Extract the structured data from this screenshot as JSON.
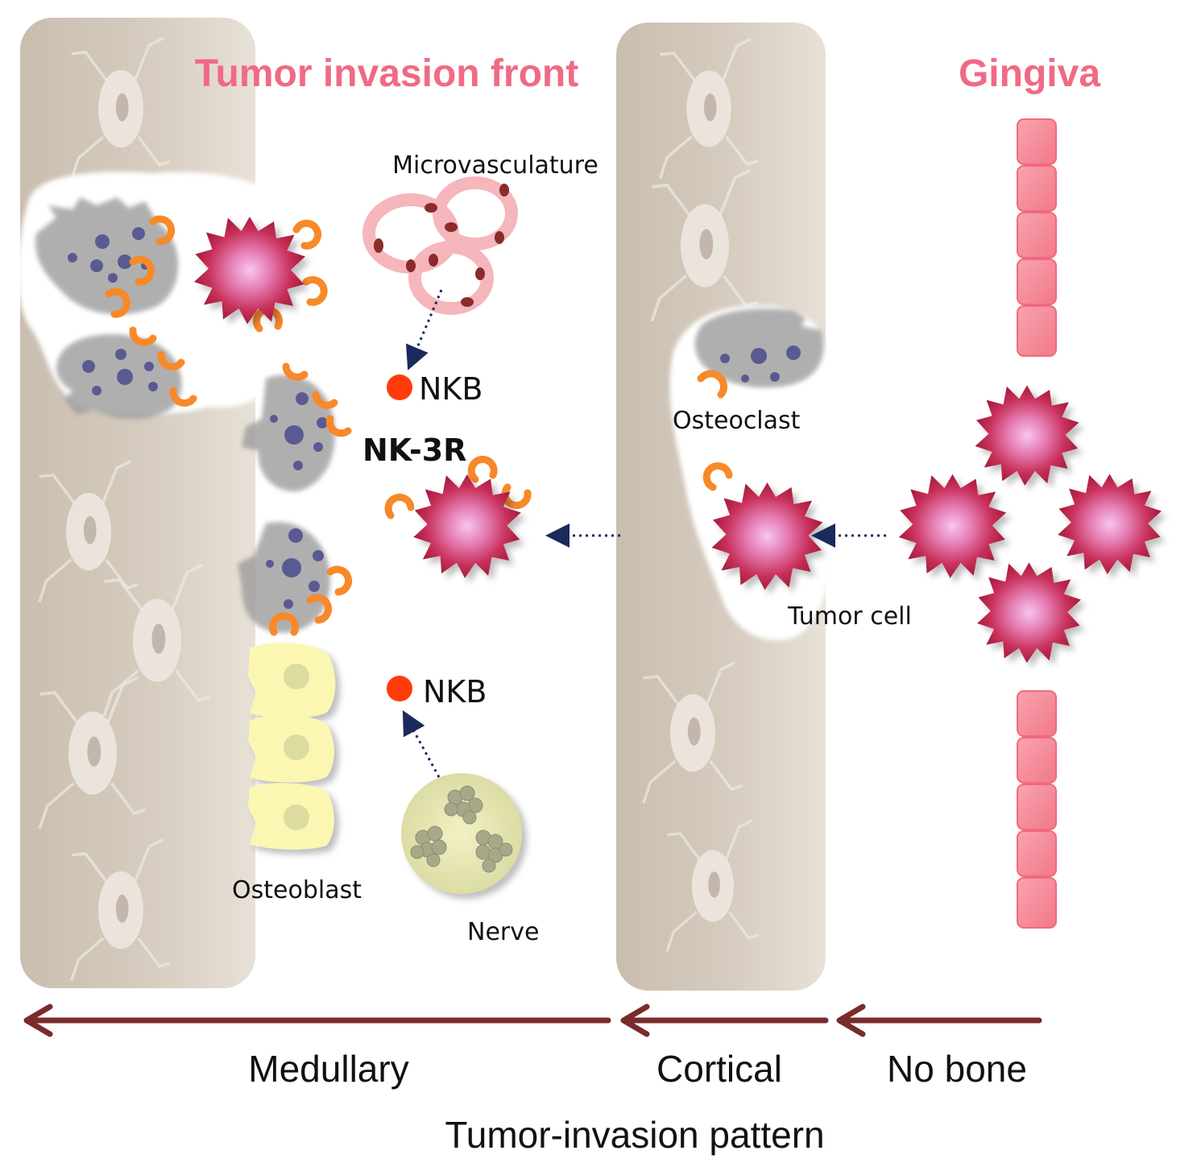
{
  "headings": {
    "tumor_front": "Tumor invasion front",
    "gingiva": "Gingiva"
  },
  "labels": {
    "microvasculature": "Microvasculature",
    "nkb_top": "NKB",
    "nk3r": "NK-3R",
    "nkb_bottom": "NKB",
    "osteoclast": "Osteoclast",
    "tumor_cell": "Tumor cell",
    "osteoblast": "Osteoblast",
    "nerve": "Nerve"
  },
  "pattern": {
    "medullary": "Medullary",
    "cortical": "Cortical",
    "no_bone": "No bone",
    "title": "Tumor-invasion pattern"
  },
  "colors": {
    "heading": "#f06a84",
    "bone": "#cfc4b6",
    "tumor": "#c8305a",
    "receptor": "#f7892a",
    "nkb_dot": "#ff3b0a",
    "arrow": "#7a2b2b",
    "epithelium": "#f48a98",
    "osteoblast": "#fbf7b3",
    "osteoclast_nucleus": "#5a5a93"
  }
}
